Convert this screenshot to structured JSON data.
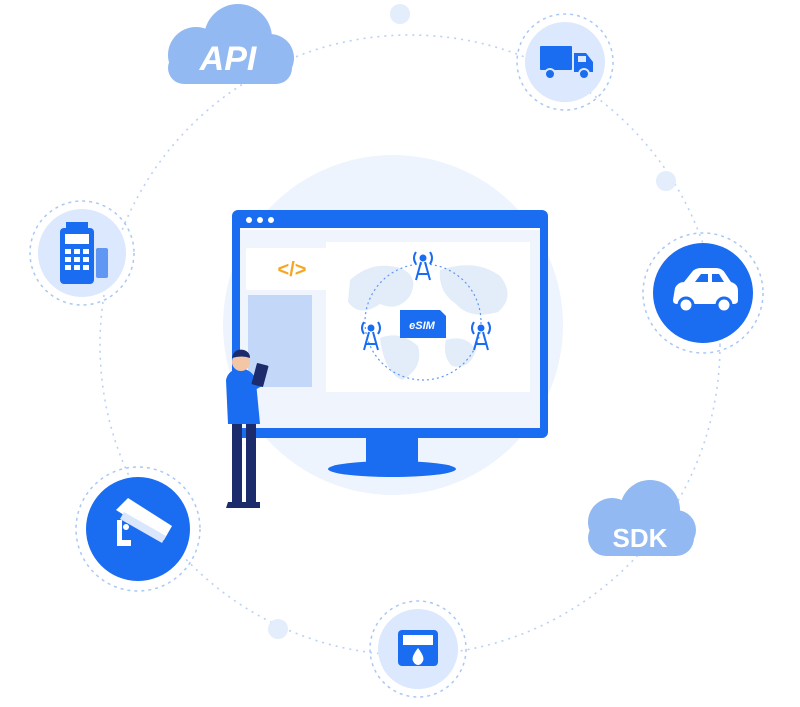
{
  "clouds": {
    "api_label": "API",
    "sdk_label": "SDK"
  },
  "monitor": {
    "code_symbol": "</>",
    "esim_label": "eSIM"
  },
  "colors": {
    "primary": "#1a6cf0",
    "accent": "#f5a623",
    "light": "#dbe8fd",
    "ring": "#a9c8f5"
  },
  "icons": [
    "api-cloud-icon",
    "truck-icon",
    "car-icon",
    "sdk-cloud-icon",
    "meter-icon",
    "camera-icon",
    "pos-terminal-icon",
    "esim-chip-icon",
    "cell-tower-icon",
    "globe-icon",
    "person-icon"
  ]
}
